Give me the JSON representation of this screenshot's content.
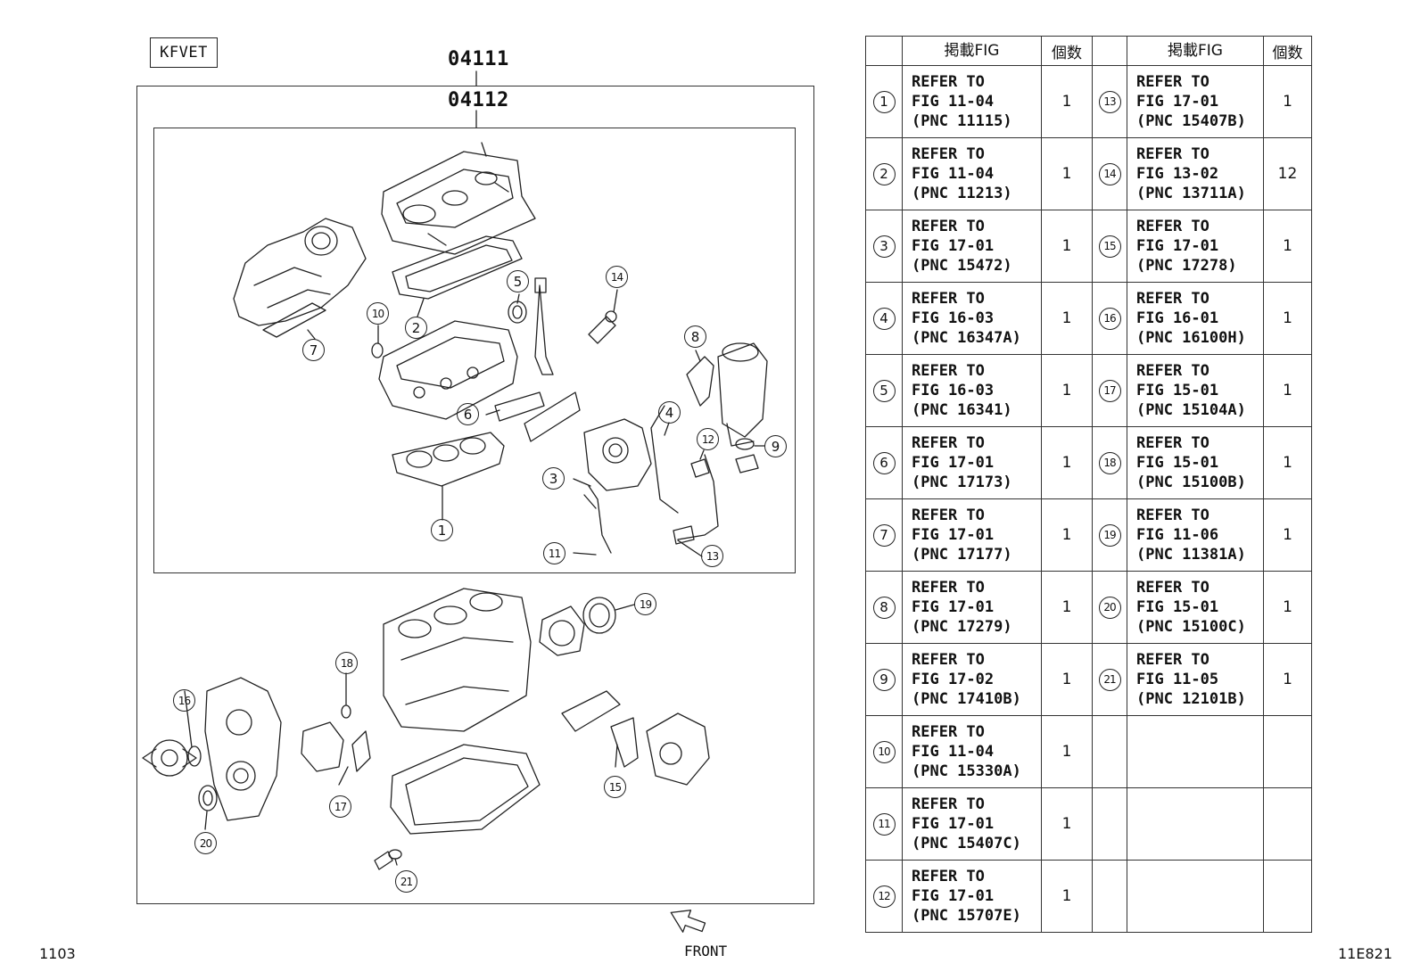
{
  "engine_code": "KFVET",
  "kit_codes": {
    "outer": "04111",
    "inner": "04112"
  },
  "front_label": "FRONT",
  "page_number": "1103",
  "figure_id": "11E821",
  "table": {
    "headers": {
      "fig": "掲載FIG",
      "qty": "個数"
    },
    "left": [
      {
        "num": "1",
        "lines": [
          "REFER TO",
          "FIG 11-04",
          "(PNC 11115)"
        ],
        "qty": "1"
      },
      {
        "num": "2",
        "lines": [
          "REFER TO",
          "FIG 11-04",
          "(PNC 11213)"
        ],
        "qty": "1"
      },
      {
        "num": "3",
        "lines": [
          "REFER TO",
          "FIG 17-01",
          "(PNC 15472)"
        ],
        "qty": "1"
      },
      {
        "num": "4",
        "lines": [
          "REFER TO",
          "FIG 16-03",
          "(PNC 16347A)"
        ],
        "qty": "1"
      },
      {
        "num": "5",
        "lines": [
          "REFER TO",
          "FIG 16-03",
          "(PNC 16341)"
        ],
        "qty": "1"
      },
      {
        "num": "6",
        "lines": [
          "REFER TO",
          "FIG 17-01",
          "(PNC 17173)"
        ],
        "qty": "1"
      },
      {
        "num": "7",
        "lines": [
          "REFER TO",
          "FIG 17-01",
          "(PNC 17177)"
        ],
        "qty": "1"
      },
      {
        "num": "8",
        "lines": [
          "REFER TO",
          "FIG 17-01",
          "(PNC 17279)"
        ],
        "qty": "1"
      },
      {
        "num": "9",
        "lines": [
          "REFER TO",
          "FIG 17-02",
          "(PNC 17410B)"
        ],
        "qty": "1"
      },
      {
        "num": "10",
        "lines": [
          "REFER TO",
          "FIG 11-04",
          "(PNC 15330A)"
        ],
        "qty": "1"
      },
      {
        "num": "11",
        "lines": [
          "REFER TO",
          "FIG 17-01",
          "(PNC 15407C)"
        ],
        "qty": "1"
      },
      {
        "num": "12",
        "lines": [
          "REFER TO",
          "FIG 17-01",
          "(PNC 15707E)"
        ],
        "qty": "1"
      }
    ],
    "right": [
      {
        "num": "13",
        "lines": [
          "REFER TO",
          "FIG 17-01",
          "(PNC 15407B)"
        ],
        "qty": "1"
      },
      {
        "num": "14",
        "lines": [
          "REFER TO",
          "FIG 13-02",
          "(PNC 13711A)"
        ],
        "qty": "12"
      },
      {
        "num": "15",
        "lines": [
          "REFER TO",
          "FIG 17-01",
          "(PNC 17278)"
        ],
        "qty": "1"
      },
      {
        "num": "16",
        "lines": [
          "REFER TO",
          "FIG 16-01",
          "(PNC 16100H)"
        ],
        "qty": "1"
      },
      {
        "num": "17",
        "lines": [
          "REFER TO",
          "FIG 15-01",
          "(PNC 15104A)"
        ],
        "qty": "1"
      },
      {
        "num": "18",
        "lines": [
          "REFER TO",
          "FIG 15-01",
          "(PNC 15100B)"
        ],
        "qty": "1"
      },
      {
        "num": "19",
        "lines": [
          "REFER TO",
          "FIG 11-06",
          "(PNC 11381A)"
        ],
        "qty": "1"
      },
      {
        "num": "20",
        "lines": [
          "REFER TO",
          "FIG 15-01",
          "(PNC 15100C)"
        ],
        "qty": "1"
      },
      {
        "num": "21",
        "lines": [
          "REFER TO",
          "FIG 11-05",
          "(PNC 12101B)"
        ],
        "qty": "1"
      }
    ]
  },
  "callouts": [
    "1",
    "2",
    "3",
    "4",
    "5",
    "6",
    "7",
    "8",
    "9",
    "10",
    "11",
    "12",
    "13",
    "14",
    "15",
    "16",
    "17",
    "18",
    "19",
    "20",
    "21"
  ]
}
